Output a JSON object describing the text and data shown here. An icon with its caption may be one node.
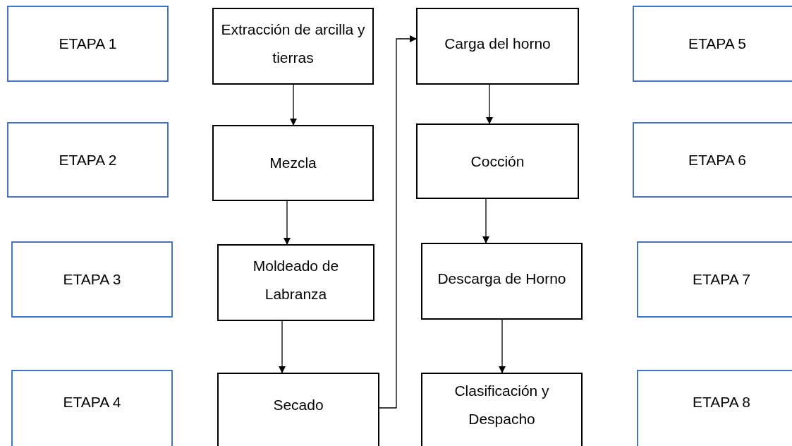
{
  "diagram": {
    "nodes": [
      {
        "text": [
          "ETAPA 1"
        ]
      },
      {
        "text": [
          "Extracción de arcilla y tierras"
        ]
      },
      {
        "text": [
          "Carga del horno"
        ]
      },
      {
        "text": [
          "ETAPA 5"
        ]
      },
      {
        "text": [
          "ETAPA 2"
        ]
      },
      {
        "text": [
          "Mezcla"
        ]
      },
      {
        "text": [
          "Cocción"
        ]
      },
      {
        "text": [
          "ETAPA 6"
        ]
      },
      {
        "text": [
          "ETAPA 3"
        ]
      },
      {
        "text": [
          "Moldeado de Labranza"
        ]
      },
      {
        "text": [
          "Descarga de Horno"
        ]
      },
      {
        "text": [
          "ETAPA 7"
        ]
      },
      {
        "text": [
          "ETAPA 4"
        ]
      },
      {
        "text": [
          "Secado"
        ]
      },
      {
        "text": [
          "Clasificación y Despacho"
        ]
      },
      {
        "text": [
          "ETAPA 8"
        ]
      }
    ],
    "edges": [
      {
        "from": 1,
        "to": 5,
        "arrow": "to"
      },
      {
        "from": 5,
        "to": 9,
        "arrow": "to"
      },
      {
        "from": 9,
        "to": 13,
        "arrow": "to"
      },
      {
        "from": 13,
        "to": 2,
        "arrow": "to"
      },
      {
        "from": 2,
        "to": 6,
        "arrow": "to"
      },
      {
        "from": 6,
        "to": 10,
        "arrow": "to"
      },
      {
        "from": 10,
        "to": 14,
        "arrow": "to"
      }
    ]
  }
}
